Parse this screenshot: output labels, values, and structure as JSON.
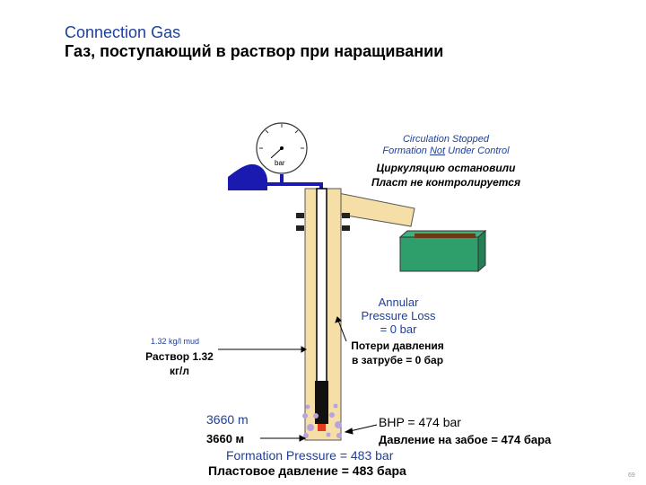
{
  "title": {
    "english": "Connection Gas",
    "russian": "Газ, поступающий в раствор при наращивании"
  },
  "gauge": {
    "unit": "bar"
  },
  "circulation_status": {
    "english_line1": "Circulation Stopped",
    "english_line2_prefix": "Formation ",
    "english_line2_emph": "Not",
    "english_line2_suffix": " Under Control",
    "russian_line1": "Циркуляцию остановили",
    "russian_line2": "Пласт не контролируется"
  },
  "annular_pressure_loss": {
    "english_line1": "Annular",
    "english_line2": "Pressure Loss",
    "english_line3": "= 0 bar",
    "russian_line1": "Потери давления",
    "russian_line2": "в затрубе = 0 бар"
  },
  "mud": {
    "english": "1.32 kg/l mud",
    "russian_line1": "Раствор 1.32",
    "russian_line2": "кг/л"
  },
  "depth": {
    "english": "3660 m",
    "russian": "3660 м"
  },
  "bottom_hole_pressure": {
    "english": "BHP = 474 bar",
    "russian": "Давление на забое = 474 бара"
  },
  "formation_pressure": {
    "english": "Formation Pressure = 483 bar",
    "russian": "Пластовое давление = 483 бара"
  },
  "page_number": "69",
  "colors": {
    "title_blue": "#1f3f99",
    "wellbore_fill": "#f5dfa6",
    "pump_blue": "#1a1ab0",
    "mud_pit_green": "#2e9e6a",
    "gas_bubbles": "#b9a2e0",
    "drill_bit": "#e23a1a"
  }
}
